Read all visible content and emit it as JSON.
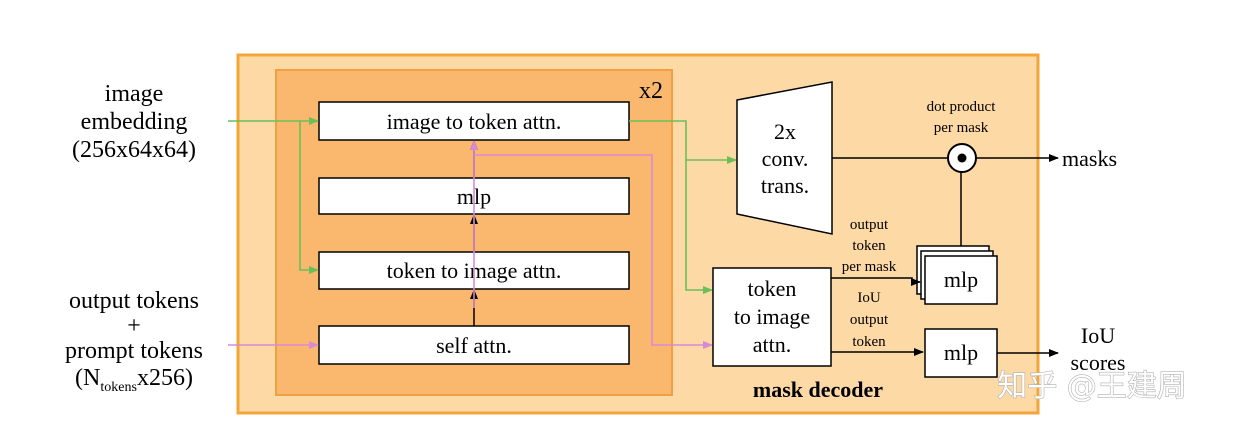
{
  "inputs": {
    "image_embedding": [
      "image",
      "embedding",
      "(256x64x64)"
    ],
    "output_tokens": [
      "output tokens",
      "+",
      "prompt tokens"
    ],
    "tokens_shape": {
      "open": "(N",
      "sub": "tokens",
      "close": "x256)"
    }
  },
  "decoder": {
    "repeat_label": "x2",
    "blocks": {
      "image_to_token": "image to token attn.",
      "mlp": "mlp",
      "token_to_image": "token to image attn.",
      "self_attn": "self attn."
    },
    "title": "mask decoder"
  },
  "conv": [
    "2x",
    "conv.",
    "trans."
  ],
  "final_attn": [
    "token",
    "to image",
    "attn."
  ],
  "dot_product": [
    "dot product",
    "per mask"
  ],
  "output_token_label": [
    "output",
    "token",
    "per mask"
  ],
  "iou_token_label": [
    "IoU",
    "output",
    "token"
  ],
  "mlp_label": "mlp",
  "outputs": {
    "masks": "masks",
    "iou_scores": [
      "IoU",
      "scores"
    ]
  },
  "watermark": "知乎 @王建周",
  "colors": {
    "outer_fill": "#fdd9a6",
    "outer_border": "#f4a53a",
    "inner_fill": "#f9b86d",
    "inner_border": "#f0a040",
    "green_arrow": "#6bbf59",
    "pink_arrow": "#d98ad4"
  }
}
